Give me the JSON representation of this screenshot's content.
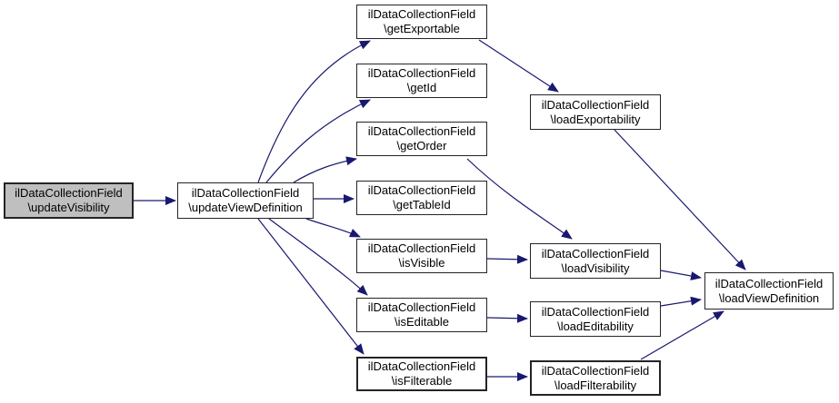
{
  "diagram": {
    "type": "call-graph",
    "background_color": "#ffffff",
    "edge_color": "#191970",
    "node_border_color": "#242424",
    "node_fill_color": "#ffffff",
    "highlight_fill_color": "#bfbfbf",
    "nodes": [
      {
        "id": "updateVisibility",
        "line1": "ilDataCollectionField",
        "line2": "\\updateVisibility",
        "highlighted": true
      },
      {
        "id": "updateViewDefinition",
        "line1": "ilDataCollectionField",
        "line2": "\\updateViewDefinition",
        "highlighted": false
      },
      {
        "id": "getExportable",
        "line1": "ilDataCollectionField",
        "line2": "\\getExportable",
        "highlighted": false
      },
      {
        "id": "getId",
        "line1": "ilDataCollectionField",
        "line2": "\\getId",
        "highlighted": false
      },
      {
        "id": "getOrder",
        "line1": "ilDataCollectionField",
        "line2": "\\getOrder",
        "highlighted": false
      },
      {
        "id": "getTableId",
        "line1": "ilDataCollectionField",
        "line2": "\\getTableId",
        "highlighted": false
      },
      {
        "id": "isVisible",
        "line1": "ilDataCollectionField",
        "line2": "\\isVisible",
        "highlighted": false
      },
      {
        "id": "isEditable",
        "line1": "ilDataCollectionField",
        "line2": "\\isEditable",
        "highlighted": false
      },
      {
        "id": "isFilterable",
        "line1": "ilDataCollectionField",
        "line2": "\\isFilterable",
        "highlighted": false
      },
      {
        "id": "loadExportability",
        "line1": "ilDataCollectionField",
        "line2": "\\loadExportability",
        "highlighted": false
      },
      {
        "id": "loadVisibility",
        "line1": "ilDataCollectionField",
        "line2": "\\loadVisibility",
        "highlighted": false
      },
      {
        "id": "loadEditability",
        "line1": "ilDataCollectionField",
        "line2": "\\loadEditability",
        "highlighted": false
      },
      {
        "id": "loadFilterability",
        "line1": "ilDataCollectionField",
        "line2": "\\loadFilterability",
        "highlighted": false
      },
      {
        "id": "loadViewDefinition",
        "line1": "ilDataCollectionField",
        "line2": "\\loadViewDefinition",
        "highlighted": false
      }
    ],
    "edges": [
      {
        "from": "updateVisibility",
        "to": "updateViewDefinition"
      },
      {
        "from": "updateViewDefinition",
        "to": "getExportable"
      },
      {
        "from": "updateViewDefinition",
        "to": "getId"
      },
      {
        "from": "updateViewDefinition",
        "to": "getOrder"
      },
      {
        "from": "updateViewDefinition",
        "to": "getTableId"
      },
      {
        "from": "updateViewDefinition",
        "to": "isVisible"
      },
      {
        "from": "updateViewDefinition",
        "to": "isEditable"
      },
      {
        "from": "updateViewDefinition",
        "to": "isFilterable"
      },
      {
        "from": "getExportable",
        "to": "loadExportability"
      },
      {
        "from": "getOrder",
        "to": "loadVisibility"
      },
      {
        "from": "isVisible",
        "to": "loadVisibility"
      },
      {
        "from": "isEditable",
        "to": "loadEditability"
      },
      {
        "from": "isFilterable",
        "to": "loadFilterability"
      },
      {
        "from": "loadExportability",
        "to": "loadViewDefinition"
      },
      {
        "from": "loadVisibility",
        "to": "loadViewDefinition"
      },
      {
        "from": "loadEditability",
        "to": "loadViewDefinition"
      },
      {
        "from": "loadFilterability",
        "to": "loadViewDefinition"
      }
    ]
  }
}
